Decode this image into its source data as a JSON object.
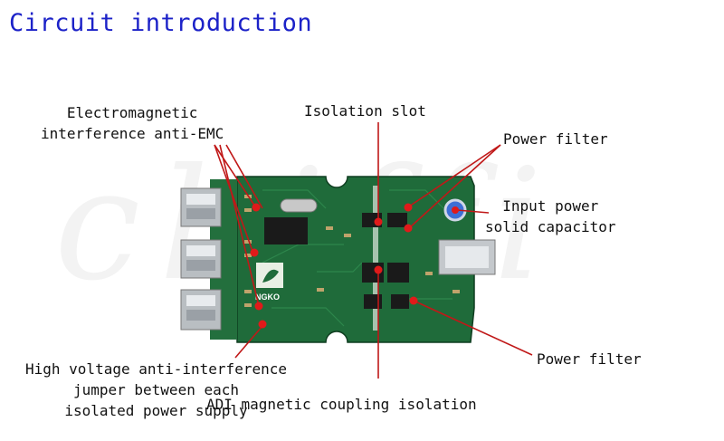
{
  "title": "Circuit introduction",
  "labels": {
    "emc_line1": "Electromagnetic",
    "emc_line2": "interference anti-EMC",
    "isolation_slot": "Isolation slot",
    "power_filter_top": "Power filter",
    "input_cap_line1": "Input power",
    "input_cap_line2": "solid capacitor",
    "power_filter_bottom": "Power filter",
    "hv_line1": "High voltage anti-interference",
    "hv_line2": "jumper between each",
    "hv_line3": "isolated power supply",
    "adi": "ADI magnetic coupling isolation"
  },
  "board": {
    "logo_text": "NGKO",
    "watermark": "chiffi"
  },
  "colors": {
    "title": "#1c22c8",
    "pcb": "#1f6b3a",
    "marker": "#e01a1a"
  }
}
